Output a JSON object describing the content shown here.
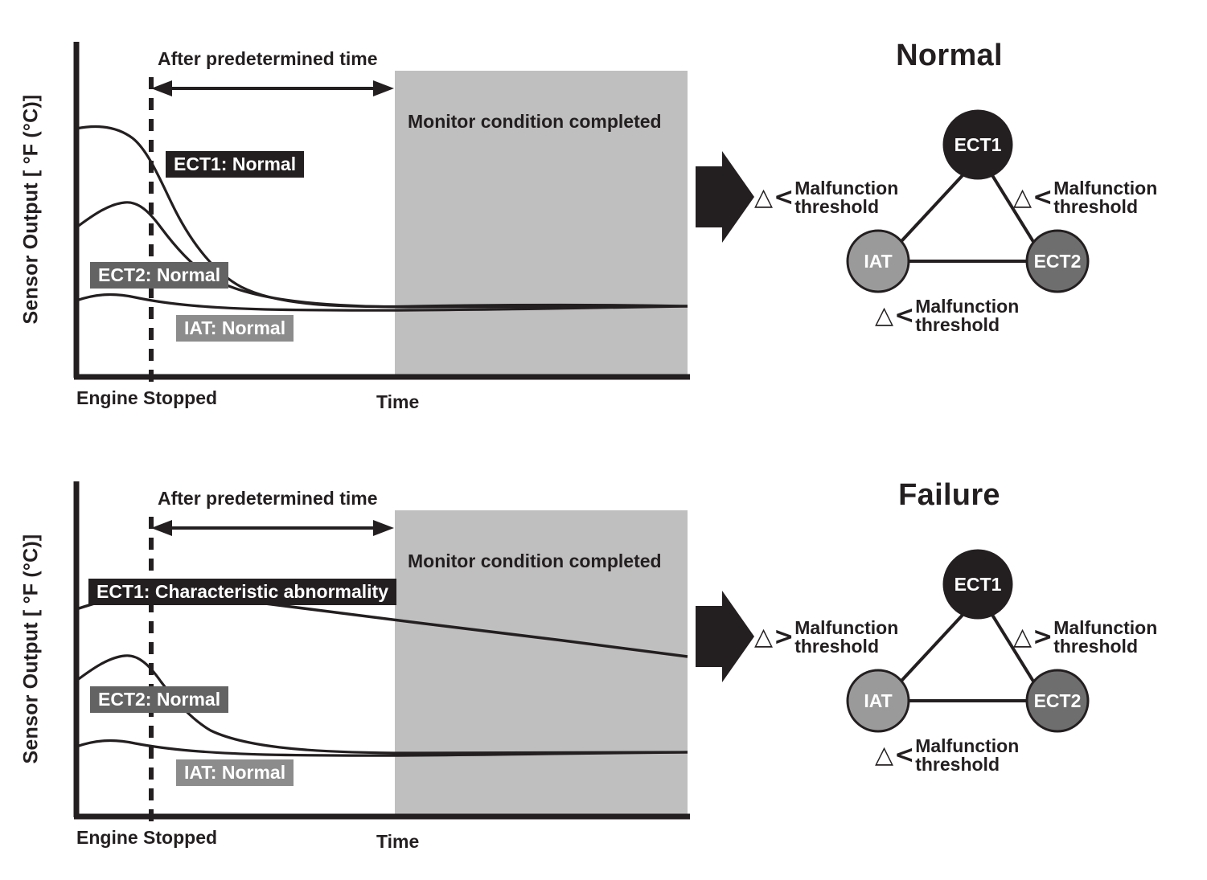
{
  "axes": {
    "y_label": "Sensor Output [ °F (°C)]",
    "x_origin_label": "Engine Stopped",
    "x_label": "Time"
  },
  "annotations": {
    "predetermined_time": "After predetermined time",
    "monitor_condition": "Monitor condition completed",
    "malfunction_threshold": "Malfunction\nthreshold",
    "malfunction_threshold_line1": "Malfunction",
    "malfunction_threshold_line2": "threshold",
    "less_than": "<",
    "greater_than": ">",
    "triangle": "△"
  },
  "colors": {
    "ect1_node": "#231f20",
    "ect2_node": "#6e6e6e",
    "iat_node": "#9a9a9a",
    "shaded_region": "#bfbfbf",
    "tag_ect1_bg": "#231f20",
    "tag_ect2_bg": "#636363",
    "tag_iat_bg": "#8c8c8c",
    "stroke": "#231f20"
  },
  "panels": [
    {
      "id": "normal",
      "graph_title": "Normal",
      "curve_tags": [
        {
          "key": "ect1",
          "label": "ECT1: Normal"
        },
        {
          "key": "ect2",
          "label": "ECT2: Normal"
        },
        {
          "key": "iat",
          "label": "IAT: Normal"
        }
      ],
      "nodes": [
        {
          "id": "ect1",
          "label": "ECT1"
        },
        {
          "id": "iat",
          "label": "IAT"
        },
        {
          "id": "ect2",
          "label": "ECT2"
        }
      ],
      "thresholds": [
        {
          "position": "left",
          "operator": "<"
        },
        {
          "position": "right",
          "operator": "<"
        },
        {
          "position": "bottom",
          "operator": "<"
        }
      ]
    },
    {
      "id": "failure",
      "graph_title": "Failure",
      "curve_tags": [
        {
          "key": "ect1",
          "label": "ECT1: Characteristic abnormality"
        },
        {
          "key": "ect2",
          "label": "ECT2: Normal"
        },
        {
          "key": "iat",
          "label": "IAT: Normal"
        }
      ],
      "nodes": [
        {
          "id": "ect1",
          "label": "ECT1"
        },
        {
          "id": "iat",
          "label": "IAT"
        },
        {
          "id": "ect2",
          "label": "ECT2"
        }
      ],
      "thresholds": [
        {
          "position": "left",
          "operator": ">"
        },
        {
          "position": "right",
          "operator": ">"
        },
        {
          "position": "bottom",
          "operator": "<"
        }
      ]
    }
  ],
  "chart_data": [
    {
      "type": "line",
      "title": "Normal",
      "xlabel": "Time",
      "ylabel": "Sensor Output [ °F (°C)]",
      "x_origin_label": "Engine Stopped",
      "grid": false,
      "legend": "inline-tags",
      "shaded_region": {
        "label": "Monitor condition completed",
        "x_start_fraction": 0.55,
        "x_end_fraction": 1.0
      },
      "predetermined_time_span": {
        "label": "After predetermined time",
        "x_start_fraction": 0.13,
        "x_end_fraction": 0.55
      },
      "series": [
        {
          "name": "ECT1: Normal",
          "x": [
            0.0,
            0.04,
            0.09,
            0.13,
            0.18,
            0.24,
            0.31,
            0.4,
            0.5,
            0.62,
            0.75,
            0.88,
            1.0
          ],
          "y": [
            0.76,
            0.77,
            0.76,
            0.71,
            0.61,
            0.5,
            0.4,
            0.31,
            0.25,
            0.21,
            0.19,
            0.18,
            0.18
          ]
        },
        {
          "name": "ECT2: Normal",
          "x": [
            0.0,
            0.04,
            0.08,
            0.13,
            0.18,
            0.24,
            0.31,
            0.4,
            0.5,
            0.62,
            0.75,
            0.88,
            1.0
          ],
          "y": [
            0.5,
            0.56,
            0.57,
            0.52,
            0.43,
            0.35,
            0.28,
            0.23,
            0.2,
            0.18,
            0.18,
            0.18,
            0.18
          ]
        },
        {
          "name": "IAT: Normal",
          "x": [
            0.0,
            0.04,
            0.09,
            0.16,
            0.25,
            0.36,
            0.5,
            0.65,
            0.8,
            1.0
          ],
          "y": [
            0.27,
            0.29,
            0.28,
            0.25,
            0.23,
            0.21,
            0.2,
            0.19,
            0.19,
            0.18
          ]
        }
      ]
    },
    {
      "type": "line",
      "title": "Failure",
      "xlabel": "Time",
      "ylabel": "Sensor Output [ °F (°C)]",
      "x_origin_label": "Engine Stopped",
      "grid": false,
      "legend": "inline-tags",
      "shaded_region": {
        "label": "Monitor condition completed",
        "x_start_fraction": 0.55,
        "x_end_fraction": 1.0
      },
      "predetermined_time_span": {
        "label": "After predetermined time",
        "x_start_fraction": 0.13,
        "x_end_fraction": 0.55
      },
      "series": [
        {
          "name": "ECT1: Characteristic abnormality",
          "x": [
            0.0,
            0.06,
            0.13,
            0.3,
            0.5,
            0.7,
            0.85,
            1.0
          ],
          "y": [
            0.63,
            0.66,
            0.67,
            0.6,
            0.53,
            0.46,
            0.42,
            0.38
          ]
        },
        {
          "name": "ECT2: Normal",
          "x": [
            0.0,
            0.04,
            0.08,
            0.13,
            0.18,
            0.24,
            0.31,
            0.4,
            0.5,
            0.62,
            0.75,
            0.88,
            1.0
          ],
          "y": [
            0.44,
            0.51,
            0.52,
            0.47,
            0.38,
            0.31,
            0.25,
            0.21,
            0.19,
            0.18,
            0.18,
            0.18,
            0.18
          ]
        },
        {
          "name": "IAT: Normal",
          "x": [
            0.0,
            0.04,
            0.09,
            0.16,
            0.25,
            0.36,
            0.5,
            0.65,
            0.8,
            1.0
          ],
          "y": [
            0.26,
            0.28,
            0.27,
            0.24,
            0.22,
            0.2,
            0.19,
            0.19,
            0.19,
            0.18
          ]
        }
      ]
    }
  ]
}
